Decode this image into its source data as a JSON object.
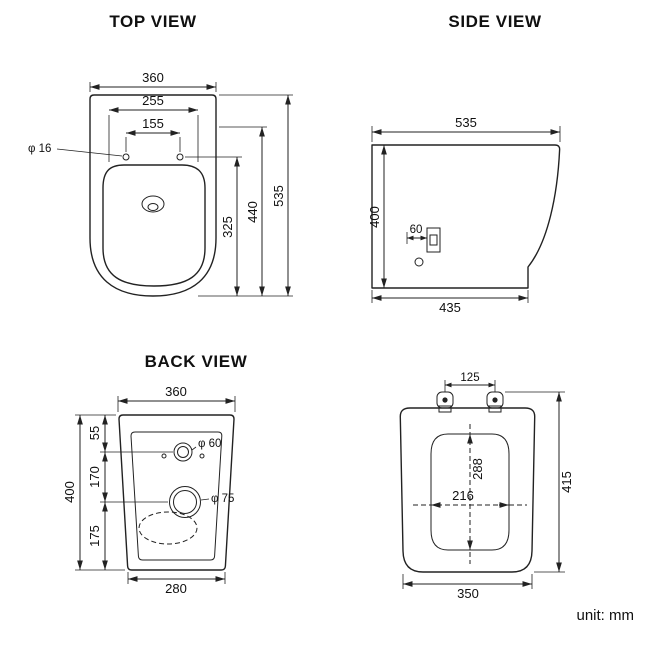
{
  "page": {
    "unit_label": "unit: mm",
    "background": "#ffffff",
    "line_color": "#222222"
  },
  "top_view": {
    "title": "TOP VIEW",
    "width_overall": "360",
    "width_inner": "255",
    "holes_span": "155",
    "hole_dia": "φ 16",
    "depth_front_to_holes": "325",
    "depth_mid": "440",
    "depth_overall": "535"
  },
  "side_view": {
    "title": "SIDE VIEW",
    "depth_top": "535",
    "height": "400",
    "bracket_offset": "60",
    "depth_bottom": "435"
  },
  "back_view": {
    "title": "BACK VIEW",
    "width_top": "360",
    "seg_top": "55",
    "seg_mid": "170",
    "height": "400",
    "seg_bottom": "175",
    "inlet_dia": "φ 60",
    "outlet_dia": "φ 75",
    "width_bottom": "280"
  },
  "seat_view": {
    "hinge_span": "125",
    "opening_height": "288",
    "opening_width": "216",
    "height_overall": "415",
    "width_bottom": "350"
  }
}
